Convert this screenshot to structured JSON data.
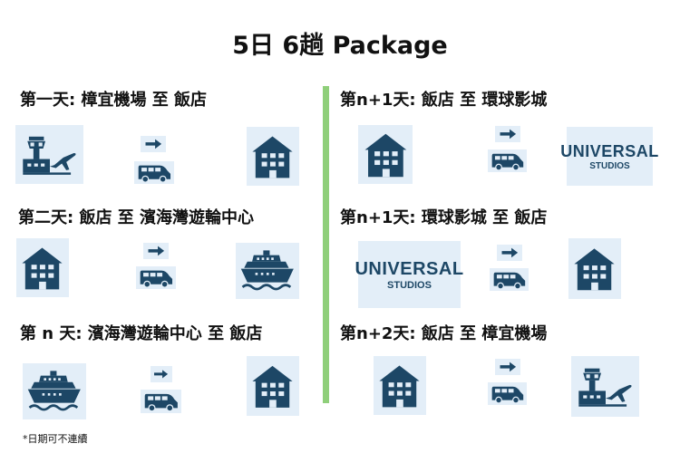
{
  "title": "5日 6趟 Package",
  "colors": {
    "icon": "#1d4766",
    "icon_bg": "#e3eef8",
    "divider": "#8fcf7a"
  },
  "days": [
    {
      "heading": "第一天: 樟宜機場 至 飯店",
      "from": "airport-icon",
      "to": "hotel-icon"
    },
    {
      "heading": "第二天: 飯店 至 濱海灣遊輪中心",
      "from": "hotel-icon",
      "to": "cruise-ship-icon"
    },
    {
      "heading": "第 n 天: 濱海灣遊輪中心 至 飯店",
      "from": "cruise-ship-icon",
      "to": "hotel-icon"
    },
    {
      "heading": "第n+1天: 飯店 至 環球影城",
      "from": "hotel-icon",
      "to": "universal-studios-logo"
    },
    {
      "heading": "第n+1天: 環球影城 至 飯店",
      "from": "universal-studios-logo",
      "to": "hotel-icon"
    },
    {
      "heading": "第n+2天: 飯店 至 樟宜機場",
      "from": "hotel-icon",
      "to": "airport-icon"
    }
  ],
  "universal_logo": {
    "line1": "UNIVERSAL",
    "line2": "STUDIOS"
  },
  "note": "*日期可不連續"
}
